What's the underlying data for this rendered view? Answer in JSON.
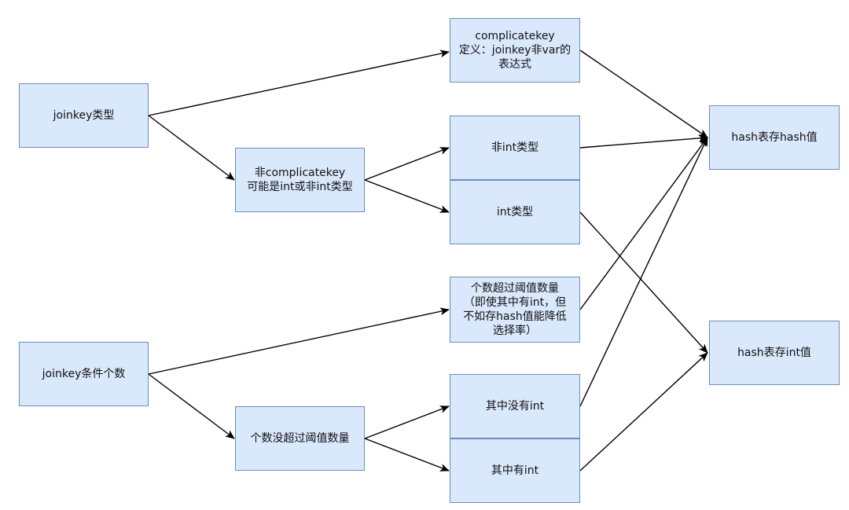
{
  "nodes": {
    "joinkey_type": "joinkey类型",
    "complicatekey": "complicatekey\n定义：joinkey非var的\n表达式",
    "non_complicatekey": "非complicatekey\n可能是int或非int类型",
    "non_int_type": "非int类型",
    "int_type": "int类型",
    "hash_store_hash": "hash表存hash值",
    "count_over_threshold": "个数超过阈值数量\n（即使其中有int，但\n不如存hash值能降低\n选择率）",
    "hash_store_int": "hash表存int值",
    "joinkey_condition_count": "joinkey条件个数",
    "count_not_over_threshold": "个数没超过阈值数量",
    "no_int": "其中没有int",
    "has_int": "其中有int"
  },
  "colors": {
    "node_fill": "#dae8fc",
    "node_border": "#6c8ebf",
    "edge": "#000000"
  }
}
